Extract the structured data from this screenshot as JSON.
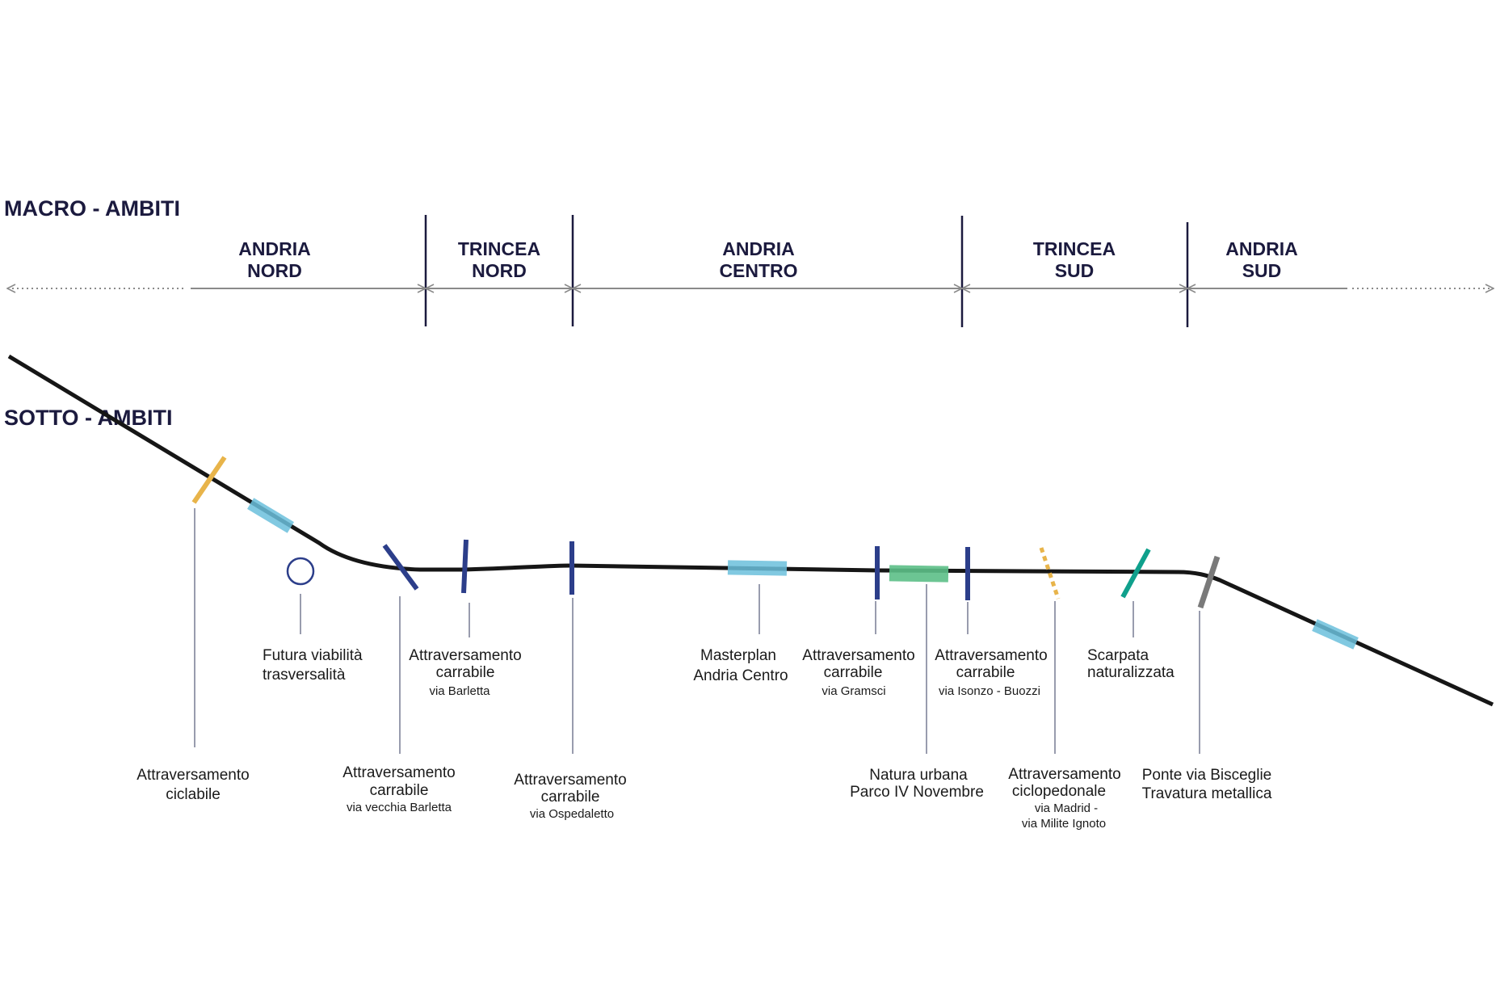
{
  "titles": {
    "macro": "MACRO - AMBITI",
    "sotto": "SOTTO - AMBITI"
  },
  "macro_ambiti": [
    {
      "line1": "ANDRIA",
      "line2": "NORD"
    },
    {
      "line1": "TRINCEA",
      "line2": "NORD"
    },
    {
      "line1": "ANDRIA",
      "line2": "CENTRO"
    },
    {
      "line1": "TRINCEA",
      "line2": "SUD"
    },
    {
      "line1": "ANDRIA",
      "line2": "SUD"
    }
  ],
  "colors": {
    "text": "#1b1a3e",
    "track": "#161616",
    "carrabile": "#2c3e8a",
    "masterplan": "#6bbfdc",
    "natura": "#5cbf87",
    "ciclabile": "#e8b44a",
    "scarpata": "#0fa08c",
    "ponte": "#7a7a7a"
  },
  "labels": {
    "ciclabile": {
      "l1": "Attraversamento",
      "l2": "ciclabile"
    },
    "futura": {
      "l1": "Futura viabilità",
      "l2": "trasversalità"
    },
    "vecchia_barletta": {
      "l1": "Attraversamento",
      "l2": "carrabile",
      "sub": "via vecchia Barletta"
    },
    "barletta": {
      "l1": "Attraversamento",
      "l2": "carrabile",
      "sub": "via Barletta"
    },
    "ospedaletto": {
      "l1": "Attraversamento",
      "l2": "carrabile",
      "sub": "via Ospedaletto"
    },
    "masterplan": {
      "l1": "Masterplan",
      "l2": "Andria Centro"
    },
    "gramsci": {
      "l1": "Attraversamento",
      "l2": "carrabile",
      "sub": "via Gramsci"
    },
    "natura": {
      "l1": "Natura urbana",
      "l2": "Parco IV Novembre"
    },
    "isonzo": {
      "l1": "Attraversamento",
      "l2": "carrabile",
      "sub": "via Isonzo - Buozzi"
    },
    "ciclopedonale": {
      "l1": "Attraversamento",
      "l2": "ciclopedonale",
      "sub1": "via Madrid   -",
      "sub2": "via Milite Ignoto"
    },
    "scarpata": {
      "l1": "Scarpata",
      "l2": "naturalizzata"
    },
    "ponte": {
      "l1": "Ponte via Bisceglie",
      "l2": "Travatura metallica"
    }
  }
}
